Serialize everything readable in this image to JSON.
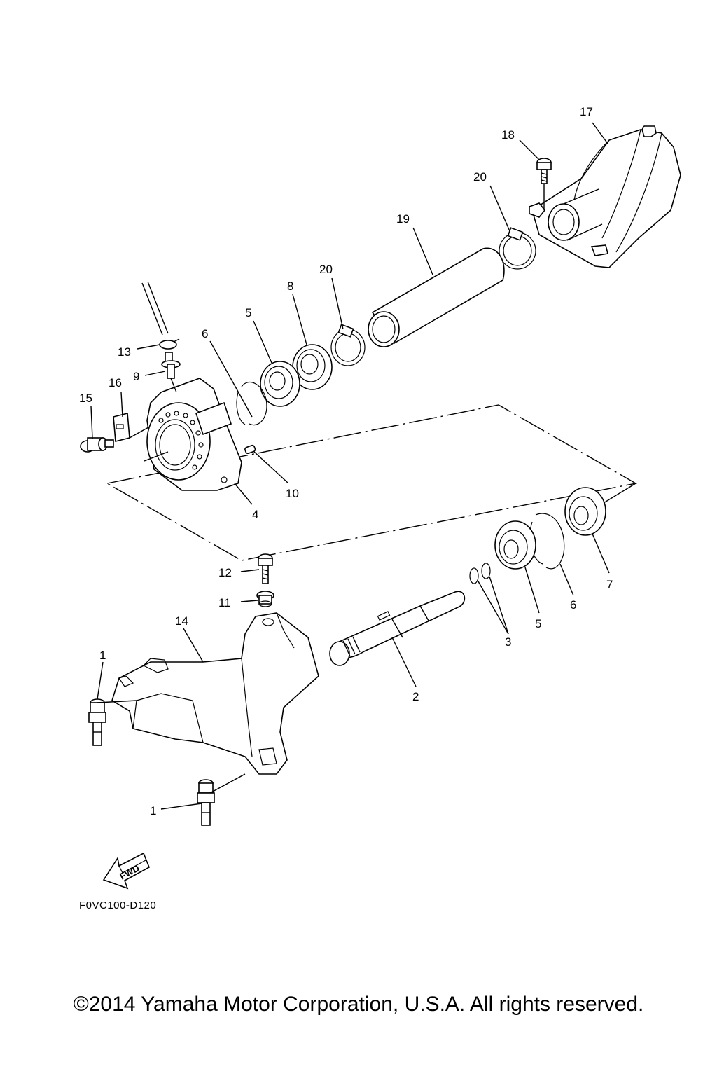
{
  "diagram": {
    "callouts": {
      "c1a": "1",
      "c1b": "1",
      "c2": "2",
      "c3": "3",
      "c4": "4",
      "c5a": "5",
      "c5b": "5",
      "c6a": "6",
      "c6b": "6",
      "c7": "7",
      "c8": "8",
      "c9": "9",
      "c10": "10",
      "c11": "11",
      "c12": "12",
      "c13": "13",
      "c14": "14",
      "c15": "15",
      "c16": "16",
      "c17": "17",
      "c18": "18",
      "c19": "19",
      "c20a": "20",
      "c20b": "20"
    },
    "fwd_label": "FWD",
    "diagram_code": "F0VC100-D120"
  },
  "footer": {
    "copyright": "©2014 Yamaha Motor Corporation, U.S.A. All rights reserved."
  }
}
